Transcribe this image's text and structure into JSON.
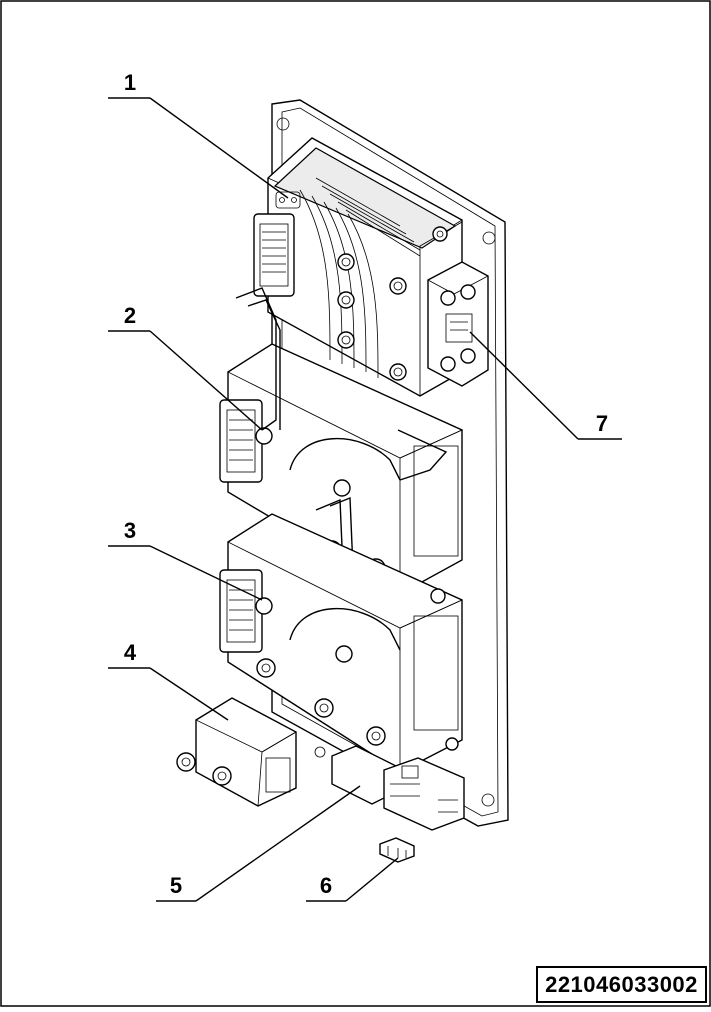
{
  "diagram": {
    "callouts": [
      {
        "id": "1",
        "label": "1"
      },
      {
        "id": "2",
        "label": "2"
      },
      {
        "id": "3",
        "label": "3"
      },
      {
        "id": "4",
        "label": "4"
      },
      {
        "id": "5",
        "label": "5"
      },
      {
        "id": "6",
        "label": "6"
      },
      {
        "id": "7",
        "label": "7"
      }
    ],
    "drawing_number": "221046033002"
  }
}
